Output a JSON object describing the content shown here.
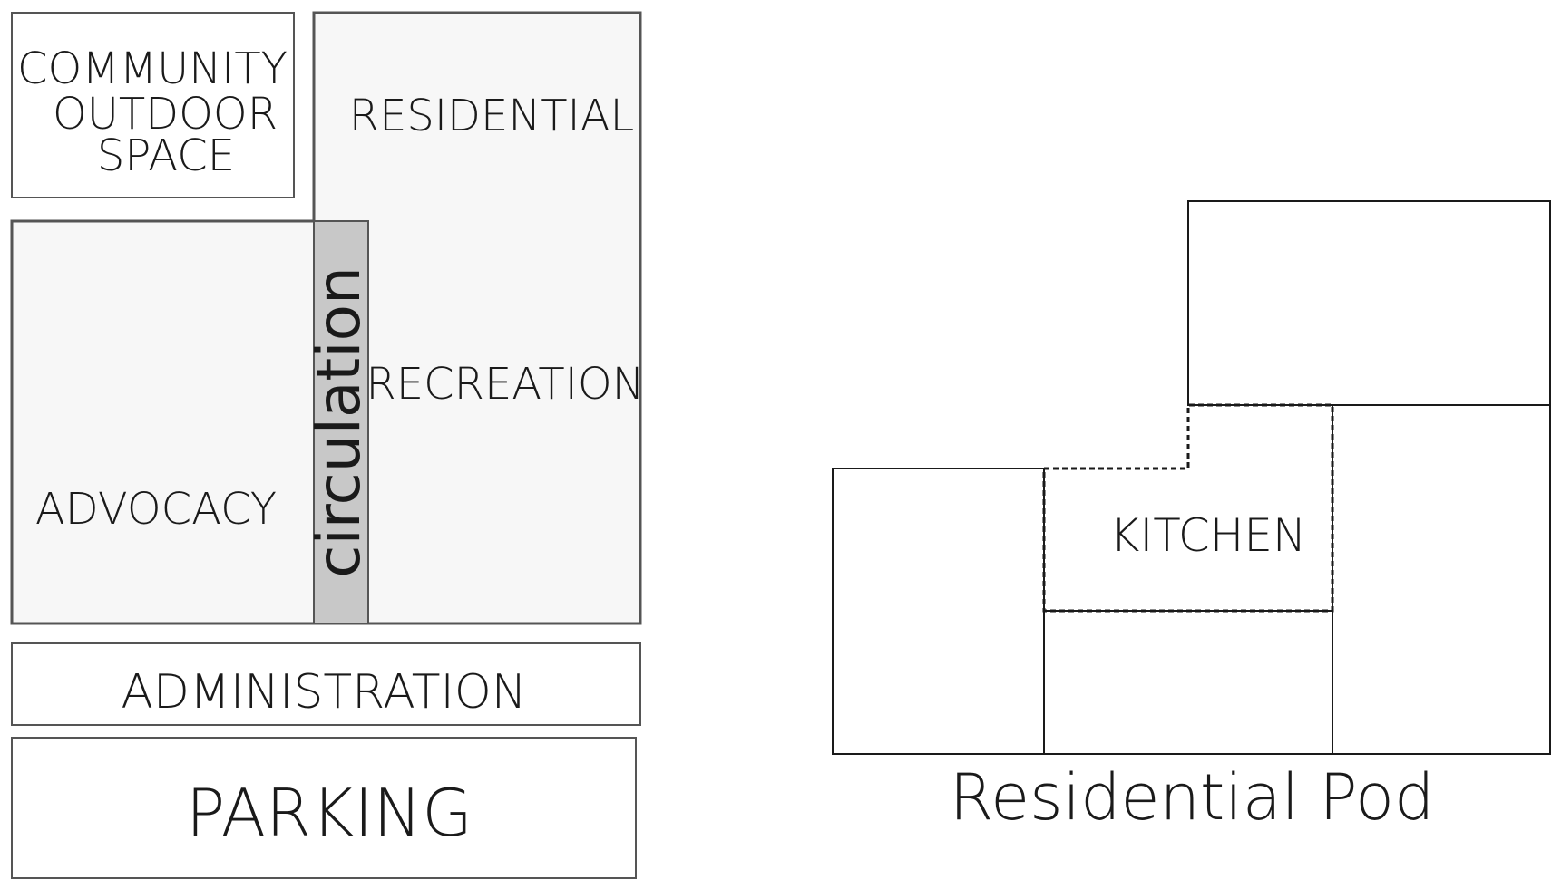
{
  "site_plan": {
    "community_outdoor_space": [
      "COMMUNITY",
      "OUTDOOR",
      "SPACE"
    ],
    "residential": "RESIDENTIAL",
    "recreation": "RECREATION",
    "advocacy": "ADVOCACY",
    "circulation": "circulation",
    "administration": "ADMINISTRATION",
    "parking": "PARKING"
  },
  "pod": {
    "kitchen": "KITCHEN",
    "caption": "Residential Pod"
  },
  "colors": {
    "zone_fill": "#f7f7f7",
    "zone_stroke": "#555555",
    "circulation_fill": "#c8c8c8",
    "line": "#1a1a1a"
  }
}
